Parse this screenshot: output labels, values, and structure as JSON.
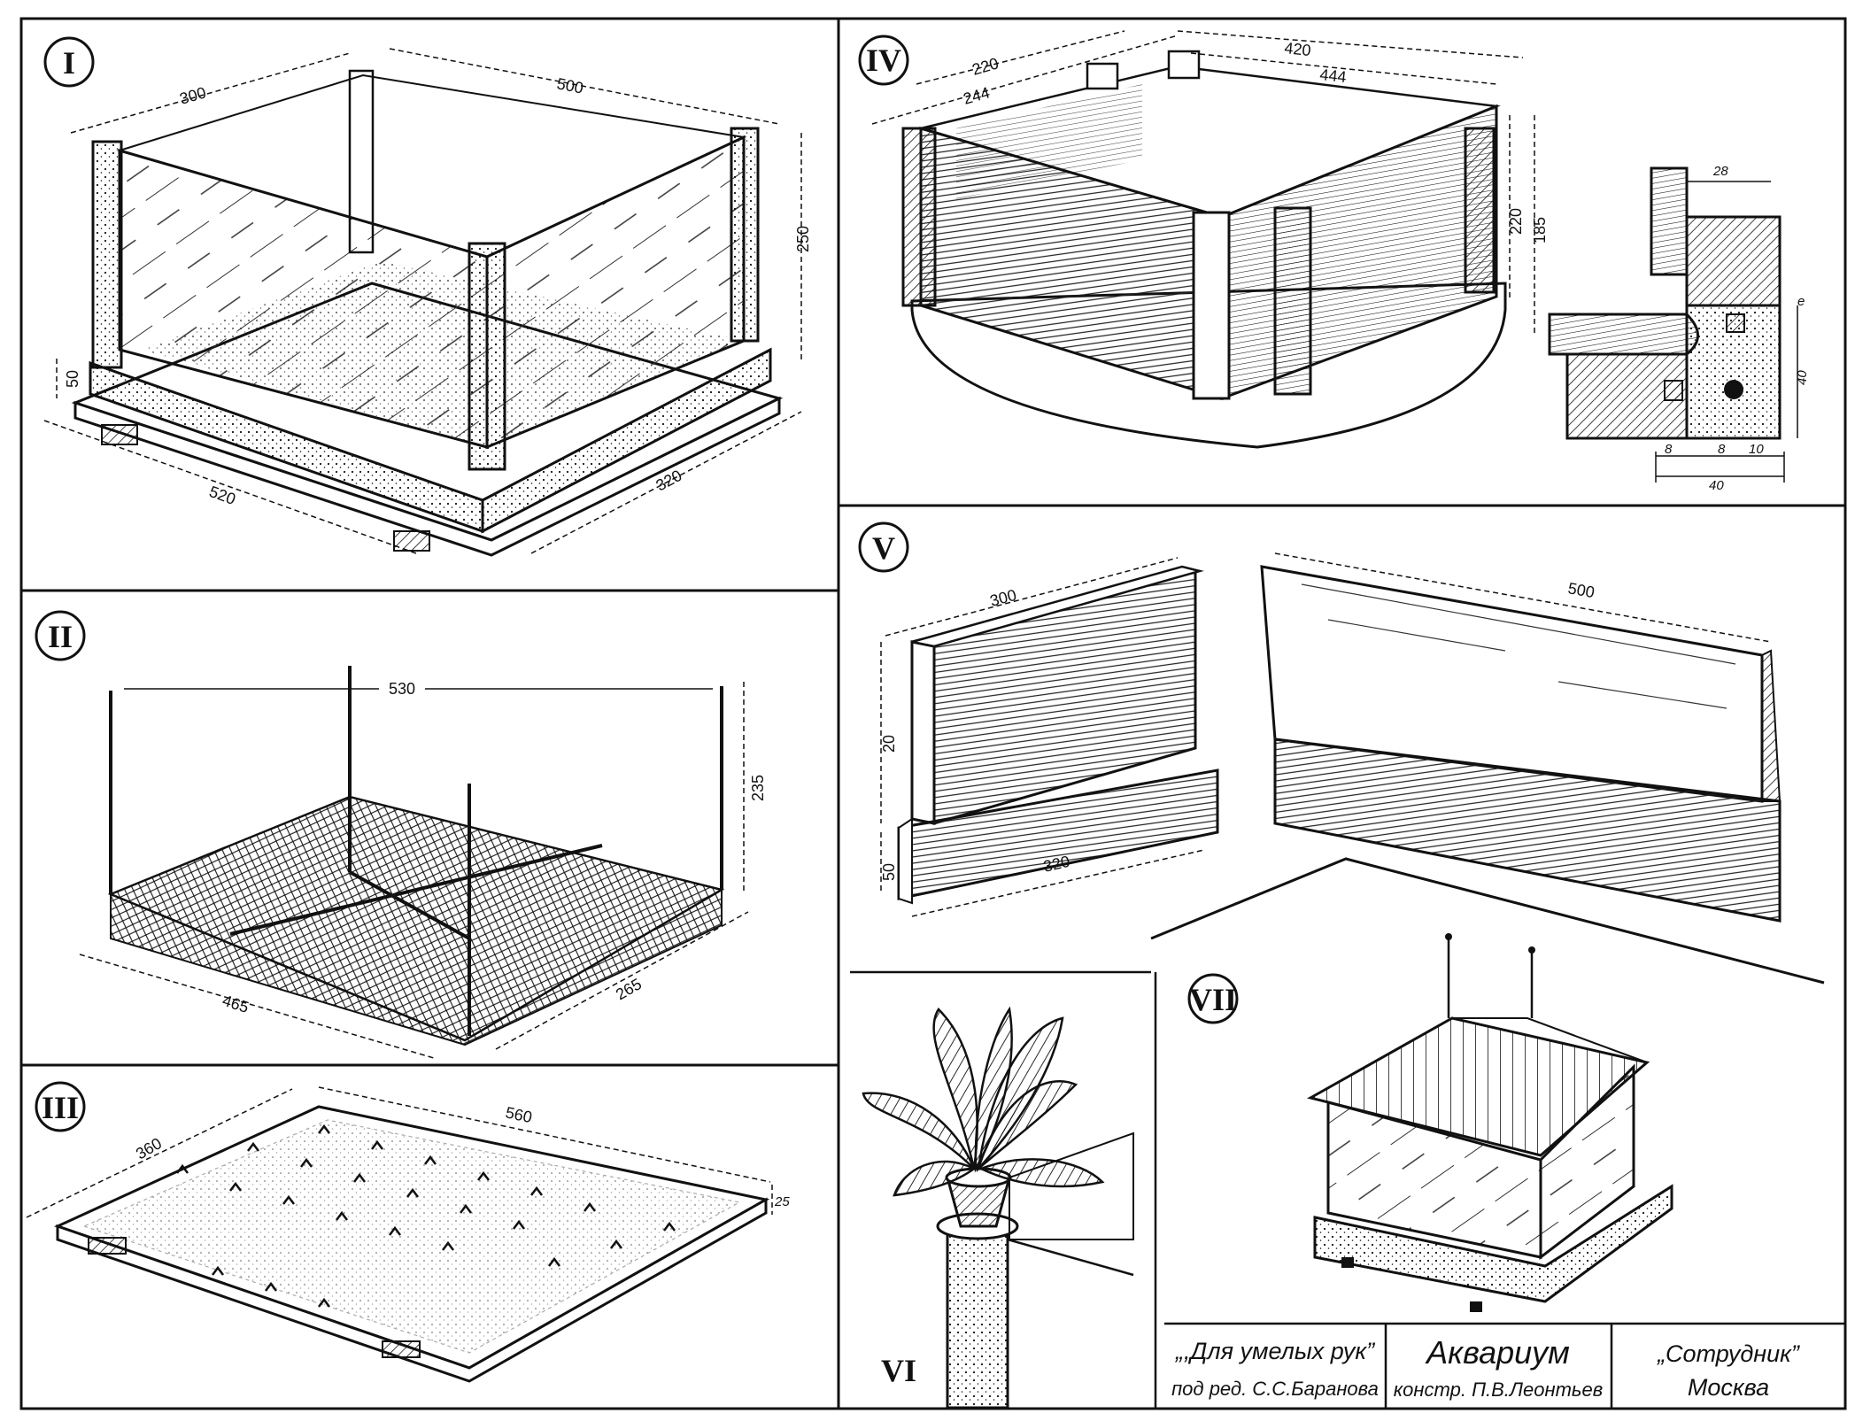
{
  "panels": {
    "I": {
      "numeral": "I",
      "dims": {
        "width_front": "300",
        "length_top": "500",
        "height": "250",
        "base_h": "50",
        "base_len": "520",
        "base_w": "320"
      }
    },
    "II": {
      "numeral": "II",
      "dims": {
        "span": "530",
        "height": "235",
        "length": "465",
        "width": "265"
      }
    },
    "III": {
      "numeral": "III",
      "dims": {
        "width": "360",
        "length": "560",
        "thickness": "25"
      }
    },
    "IV": {
      "numeral": "IV",
      "dims": {
        "inner_w": "220",
        "outer_w": "244",
        "inner_l": "420",
        "outer_l": "444",
        "h_outer": "220",
        "h_inner": "185",
        "d_top": "28",
        "d_side": "40",
        "d_a": "8",
        "d_b": "8",
        "d_c": "10",
        "d_total": "40",
        "d_small": "e"
      }
    },
    "V": {
      "numeral": "V",
      "dims": {
        "short_len": "300",
        "height": "20",
        "base_h": "50",
        "base_len": "320",
        "long_len": "500"
      }
    },
    "VI": {
      "numeral": "VI"
    },
    "VII": {
      "numeral": "VII"
    }
  },
  "title_block": {
    "series": "„,Для умелых рук”",
    "editor": "под ред. С.С.Баранова",
    "title": "Аквариум",
    "constructor": "констр. П.В.Леонтьев",
    "publisher": "„Сотрудник”",
    "city": "Москва"
  },
  "colors": {
    "ink": "#111111",
    "paper": "#ffffff"
  }
}
